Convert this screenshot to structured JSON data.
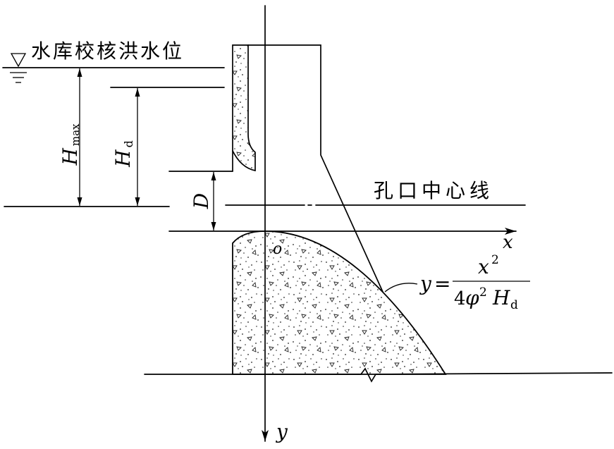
{
  "figure": {
    "water_level_label": "水库校核洪水位",
    "orifice_centerline_label": "孔口中心线",
    "h_max": {
      "symbol": "H",
      "subscript": "max"
    },
    "h_d": {
      "symbol": "H",
      "subscript": "d"
    },
    "d_label": "D",
    "x_axis_label": "x",
    "y_axis_label": "y",
    "origin_label": "o"
  },
  "formula": {
    "lhs": "y",
    "equals": "=",
    "numerator": {
      "variable": "x",
      "exponent": "2"
    },
    "denominator": {
      "coefficient": "4",
      "phi": "φ",
      "phi_exponent": "2",
      "h": "H",
      "h_subscript": "d"
    }
  },
  "colors": {
    "ink": "#000000",
    "background": "#ffffff"
  }
}
